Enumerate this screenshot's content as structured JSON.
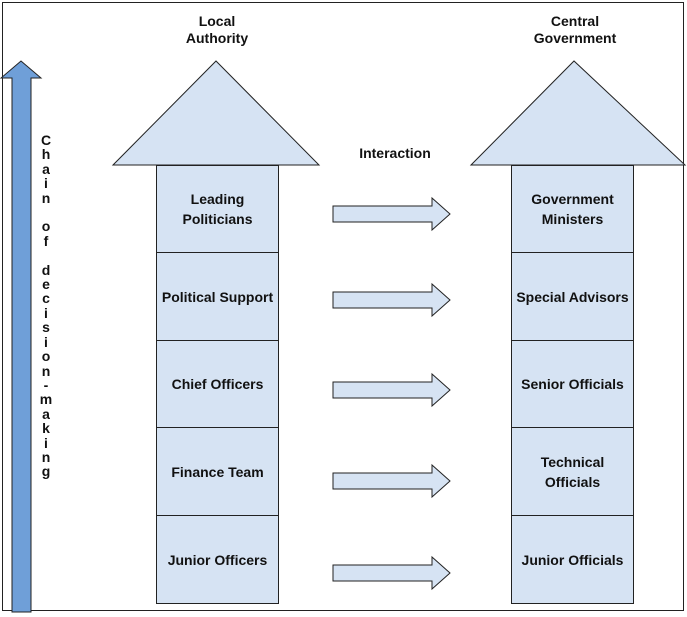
{
  "left_column": {
    "title_line1": "Local",
    "title_line2": "Authority",
    "roles": [
      "Leading Politicians",
      "Political Support",
      "Chief Officers",
      "Finance Team",
      "Junior Officers"
    ]
  },
  "right_column": {
    "title_line1": "Central",
    "title_line2": "Government",
    "roles": [
      "Government Ministers",
      "Special Advisors",
      "Senior Officials",
      "Technical Officials",
      "Junior Officials"
    ]
  },
  "interaction_label": "Interaction",
  "side_label": "Chain of decision-making",
  "colors": {
    "fill": "#d6e3f3",
    "arrow_blue": "#6f9fd8",
    "stroke": "#222222"
  }
}
